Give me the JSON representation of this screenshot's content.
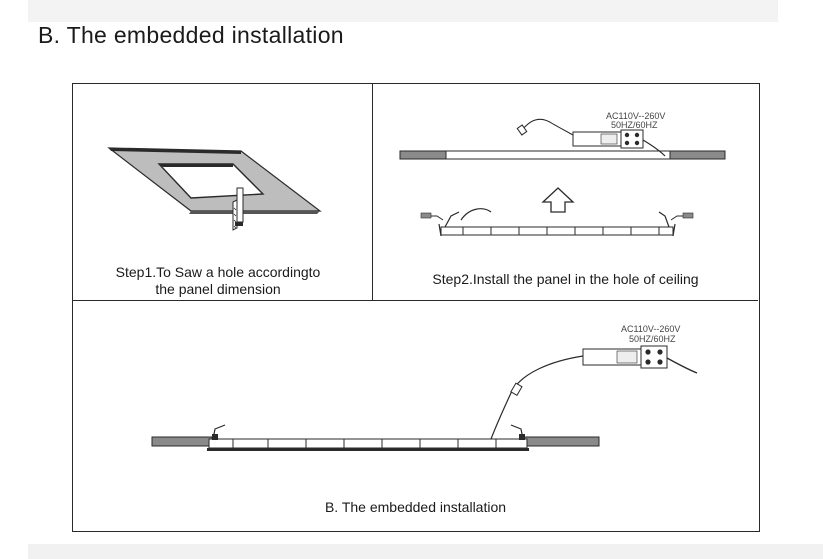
{
  "title": "B. The embedded installation",
  "steps": {
    "step1": {
      "line1": "Step1.To Saw a hole accordingto",
      "line2": "the  panel dimension"
    },
    "step2": {
      "caption": "Step2.Install the panel in the hole of ceiling",
      "driver_spec_line1": "AC110V--260V",
      "driver_spec_line2": "50HZ/60HZ"
    },
    "step3": {
      "caption": "B. The embedded installation",
      "driver_spec_line1": "AC110V--260V",
      "driver_spec_line2": "50HZ/60HZ"
    }
  },
  "colors": {
    "line": "#2a2a2a",
    "ceiling": "#8a8a8a",
    "ceiling_panel": "#bdbdbd"
  },
  "icons": {
    "saw": "hand-saw-icon",
    "arrow": "up-arrow-icon",
    "driver": "led-driver-box-icon"
  }
}
